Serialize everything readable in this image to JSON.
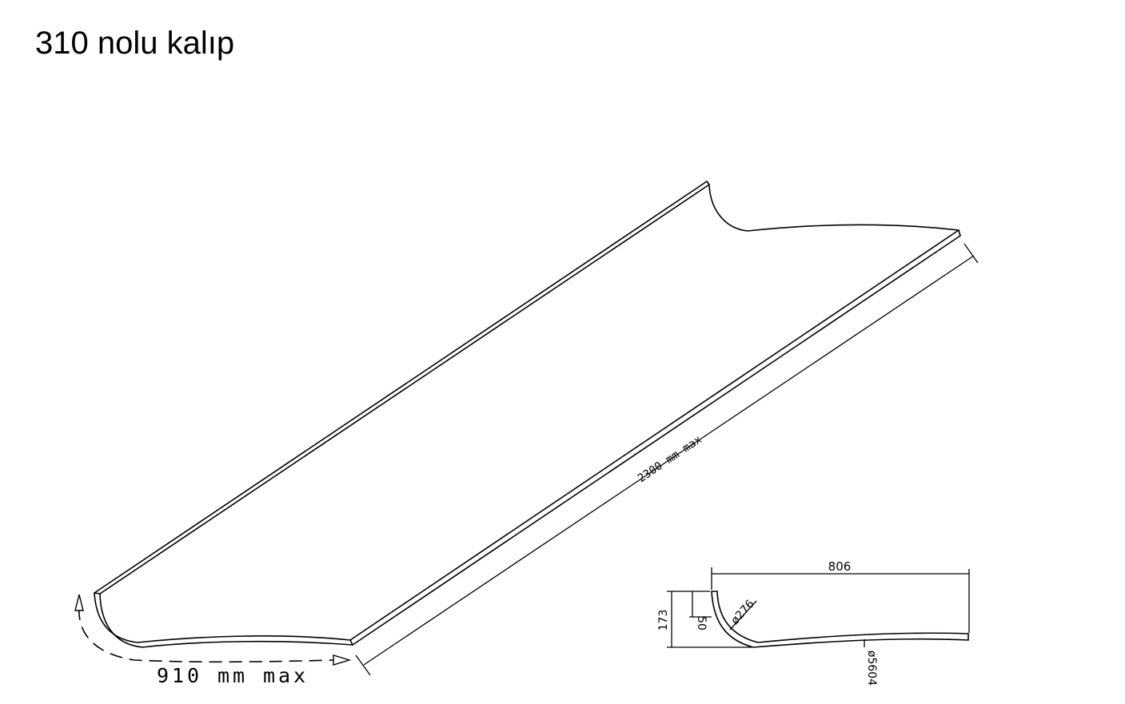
{
  "title": "310 nolu kalıp",
  "main_view": {
    "length_label": "2300 mm max",
    "width_label": "910 mm max"
  },
  "section_view": {
    "width_label": "806",
    "height_label": "173",
    "lip_label": "50",
    "small_radius_label": "ø276",
    "large_radius_label": "ø5604"
  }
}
